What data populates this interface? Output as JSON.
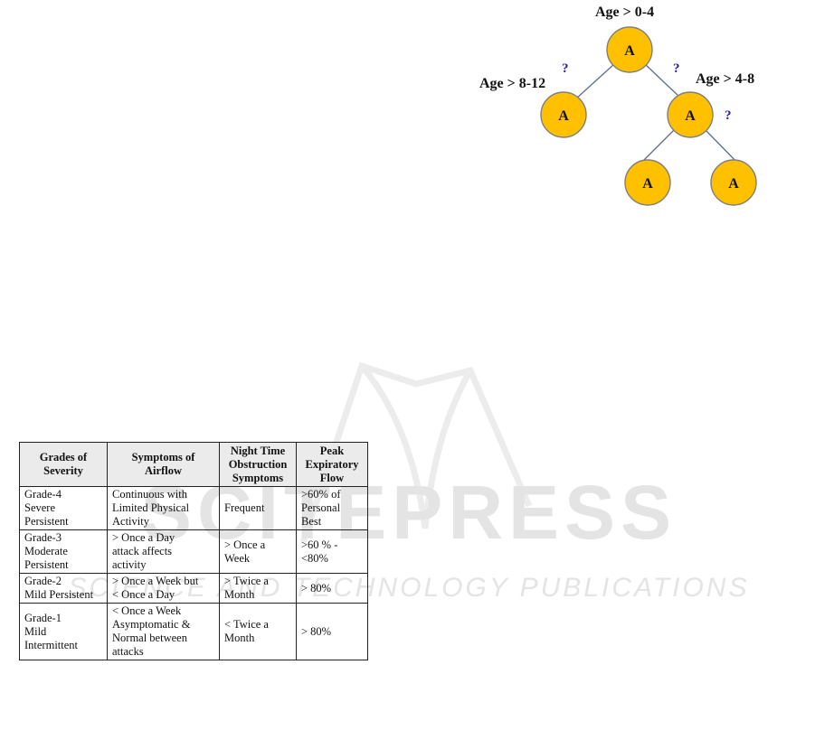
{
  "watermark": {
    "brand": "SCITEPRESS",
    "tagline": "SCIENCE AND TECHNOLOGY PUBLICATIONS",
    "color": "#e4e4e4"
  },
  "tree": {
    "node_label": "A",
    "node_fill": "#ffc000",
    "node_stroke": "#7f7f7f",
    "question_color": "#1f1f9e",
    "question_mark": "?",
    "age_root": "Age > 0-4",
    "age_left": "Age > 8-12",
    "age_right": "Age > 4-8"
  },
  "table": {
    "headers": [
      [
        "Grades of",
        "Severity"
      ],
      [
        "Symptoms of",
        "Airflow"
      ],
      [
        "Night Time",
        "Obstruction",
        "Symptoms"
      ],
      [
        "Peak",
        "Expiratory",
        "Flow"
      ]
    ],
    "rows": [
      [
        [
          "Grade-4",
          "Severe",
          "Persistent"
        ],
        [
          "Continuous with",
          "Limited Physical",
          "Activity"
        ],
        [
          "Frequent"
        ],
        [
          ">60% of",
          "Personal",
          "Best"
        ]
      ],
      [
        [
          "Grade-3",
          "Moderate",
          "Persistent"
        ],
        [
          "> Once a Day",
          "attack affects",
          "activity"
        ],
        [
          "> Once a",
          "Week"
        ],
        [
          ">60 % -",
          "<80%"
        ]
      ],
      [
        [
          "Grade-2",
          "Mild Persistent"
        ],
        [
          "> Once a Week but",
          "< Once a Day"
        ],
        [
          "> Twice a",
          "Month"
        ],
        [
          "> 80%"
        ]
      ],
      [
        [
          "Grade-1",
          "Mild",
          "Intermittent"
        ],
        [
          "< Once a Week",
          "Asymptomatic &",
          "Normal between",
          "attacks"
        ],
        [
          "< Twice a",
          "Month"
        ],
        [
          "> 80%"
        ]
      ]
    ]
  }
}
